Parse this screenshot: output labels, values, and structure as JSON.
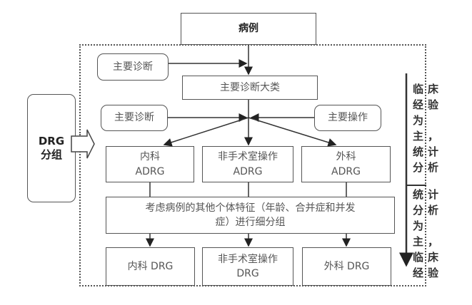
{
  "top": {
    "case_label": "病例"
  },
  "left": {
    "drg_line1": "DRG",
    "drg_line2": "分组"
  },
  "inputs": {
    "main_diagnosis_1": "主要诊断",
    "main_diagnosis_2": "主要诊断",
    "main_operation": "主要操作"
  },
  "mdc": "主要诊断大类",
  "adrg": [
    {
      "line1": "内科",
      "line2": "ADRG"
    },
    {
      "line1": "非手术室操作",
      "line2": "ADRG"
    },
    {
      "line1": "外科",
      "line2": "ADRG"
    }
  ],
  "refine": {
    "line1": "考虑病例的其他个体特征（年龄、合并症和并发",
    "line2": "症）进行细分组"
  },
  "drg": [
    {
      "line1": "内科 DRG",
      "line2": ""
    },
    {
      "line1": "非手术室操作",
      "line2": "DRG"
    },
    {
      "line1": "外科 DRG",
      "line2": ""
    }
  ],
  "side_upper": [
    "临床",
    "经验",
    "为",
    "主，",
    "统计",
    "分析"
  ],
  "side_lower": [
    "统计",
    "分析",
    "为",
    "主，",
    "临床",
    "经验"
  ]
}
